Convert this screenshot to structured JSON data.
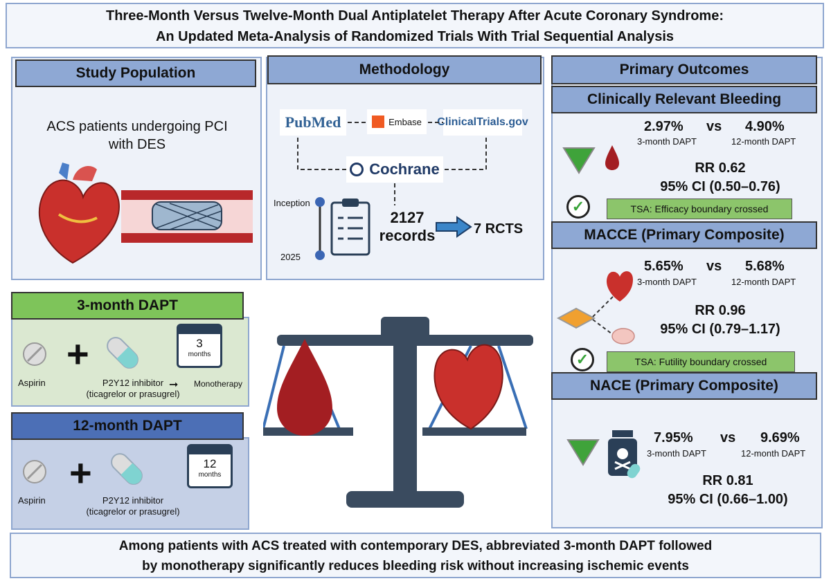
{
  "title": {
    "line1": "Three-Month Versus Twelve-Month Dual Antiplatelet Therapy After Acute Coronary Syndrome:",
    "line2": "An Updated Meta-Analysis of Randomized Trials With Trial Sequential Analysis"
  },
  "study": {
    "header": "Study Population",
    "line1": "ACS patients undergoing PCI",
    "line2": "with DES"
  },
  "methods": {
    "header": "Methodology",
    "pubmed": "PubMed",
    "embase": "Embase",
    "ctgov": "ClinicalTrials.gov",
    "cochrane": "Cochrane",
    "inception": "Inception",
    "year": "2025",
    "records_num": "2127",
    "records_label": "records",
    "rcts": "7 RCTS"
  },
  "dapt3": {
    "header": "3-month DAPT",
    "aspirin": "Aspirin",
    "p2y12": "P2Y12 inhibitor",
    "p2y12_sub": "(ticagrelor or prasugrel)",
    "cal_num": "3",
    "cal_unit": "months",
    "mono": "Monotherapy"
  },
  "dapt12": {
    "header": "12-month DAPT",
    "aspirin": "Aspirin",
    "p2y12": "P2Y12 inhibitor",
    "p2y12_sub": "(ticagrelor or prasugrel)",
    "cal_num": "12",
    "cal_unit": "months"
  },
  "outcomes": {
    "header": "Primary Outcomes",
    "bleeding": {
      "header": "Clinically Relevant Bleeding",
      "v3": "2.97%",
      "vs": "vs",
      "v12": "4.90%",
      "l3": "3-month DAPT",
      "l12": "12-month DAPT",
      "rr": "RR 0.62",
      "ci": "95% CI (0.50–0.76)",
      "tsa": "TSA: Efficacy boundary crossed"
    },
    "macce": {
      "header": "MACCE (Primary Composite)",
      "v3": "5.65%",
      "vs": "vs",
      "v12": "5.68%",
      "l3": "3-month DAPT",
      "l12": "12-month DAPT",
      "rr": "RR 0.96",
      "ci": "95% CI (0.79–1.17)",
      "tsa": "TSA: Futility boundary crossed"
    },
    "nace": {
      "header": "NACE (Primary Composite)",
      "v3": "7.95%",
      "vs": "vs",
      "v12": "9.69%",
      "l3": "3-month DAPT",
      "l12": "12-month DAPT",
      "rr": "RR 0.81",
      "ci": "95% CI (0.66–1.00)"
    }
  },
  "conclusion": {
    "line1": "Among patients with ACS treated with contemporary DES, abbreviated 3-month DAPT followed",
    "line2": "by monotherapy significantly reduces bleeding risk without increasing ischemic events"
  },
  "colors": {
    "header_bg": "#8ea8d4",
    "dapt3_bg": "#7ec45a",
    "dapt12_bg": "#4c6fb6",
    "tsa_bg": "#8cc56b",
    "arrow_green": "#3fa33a"
  }
}
